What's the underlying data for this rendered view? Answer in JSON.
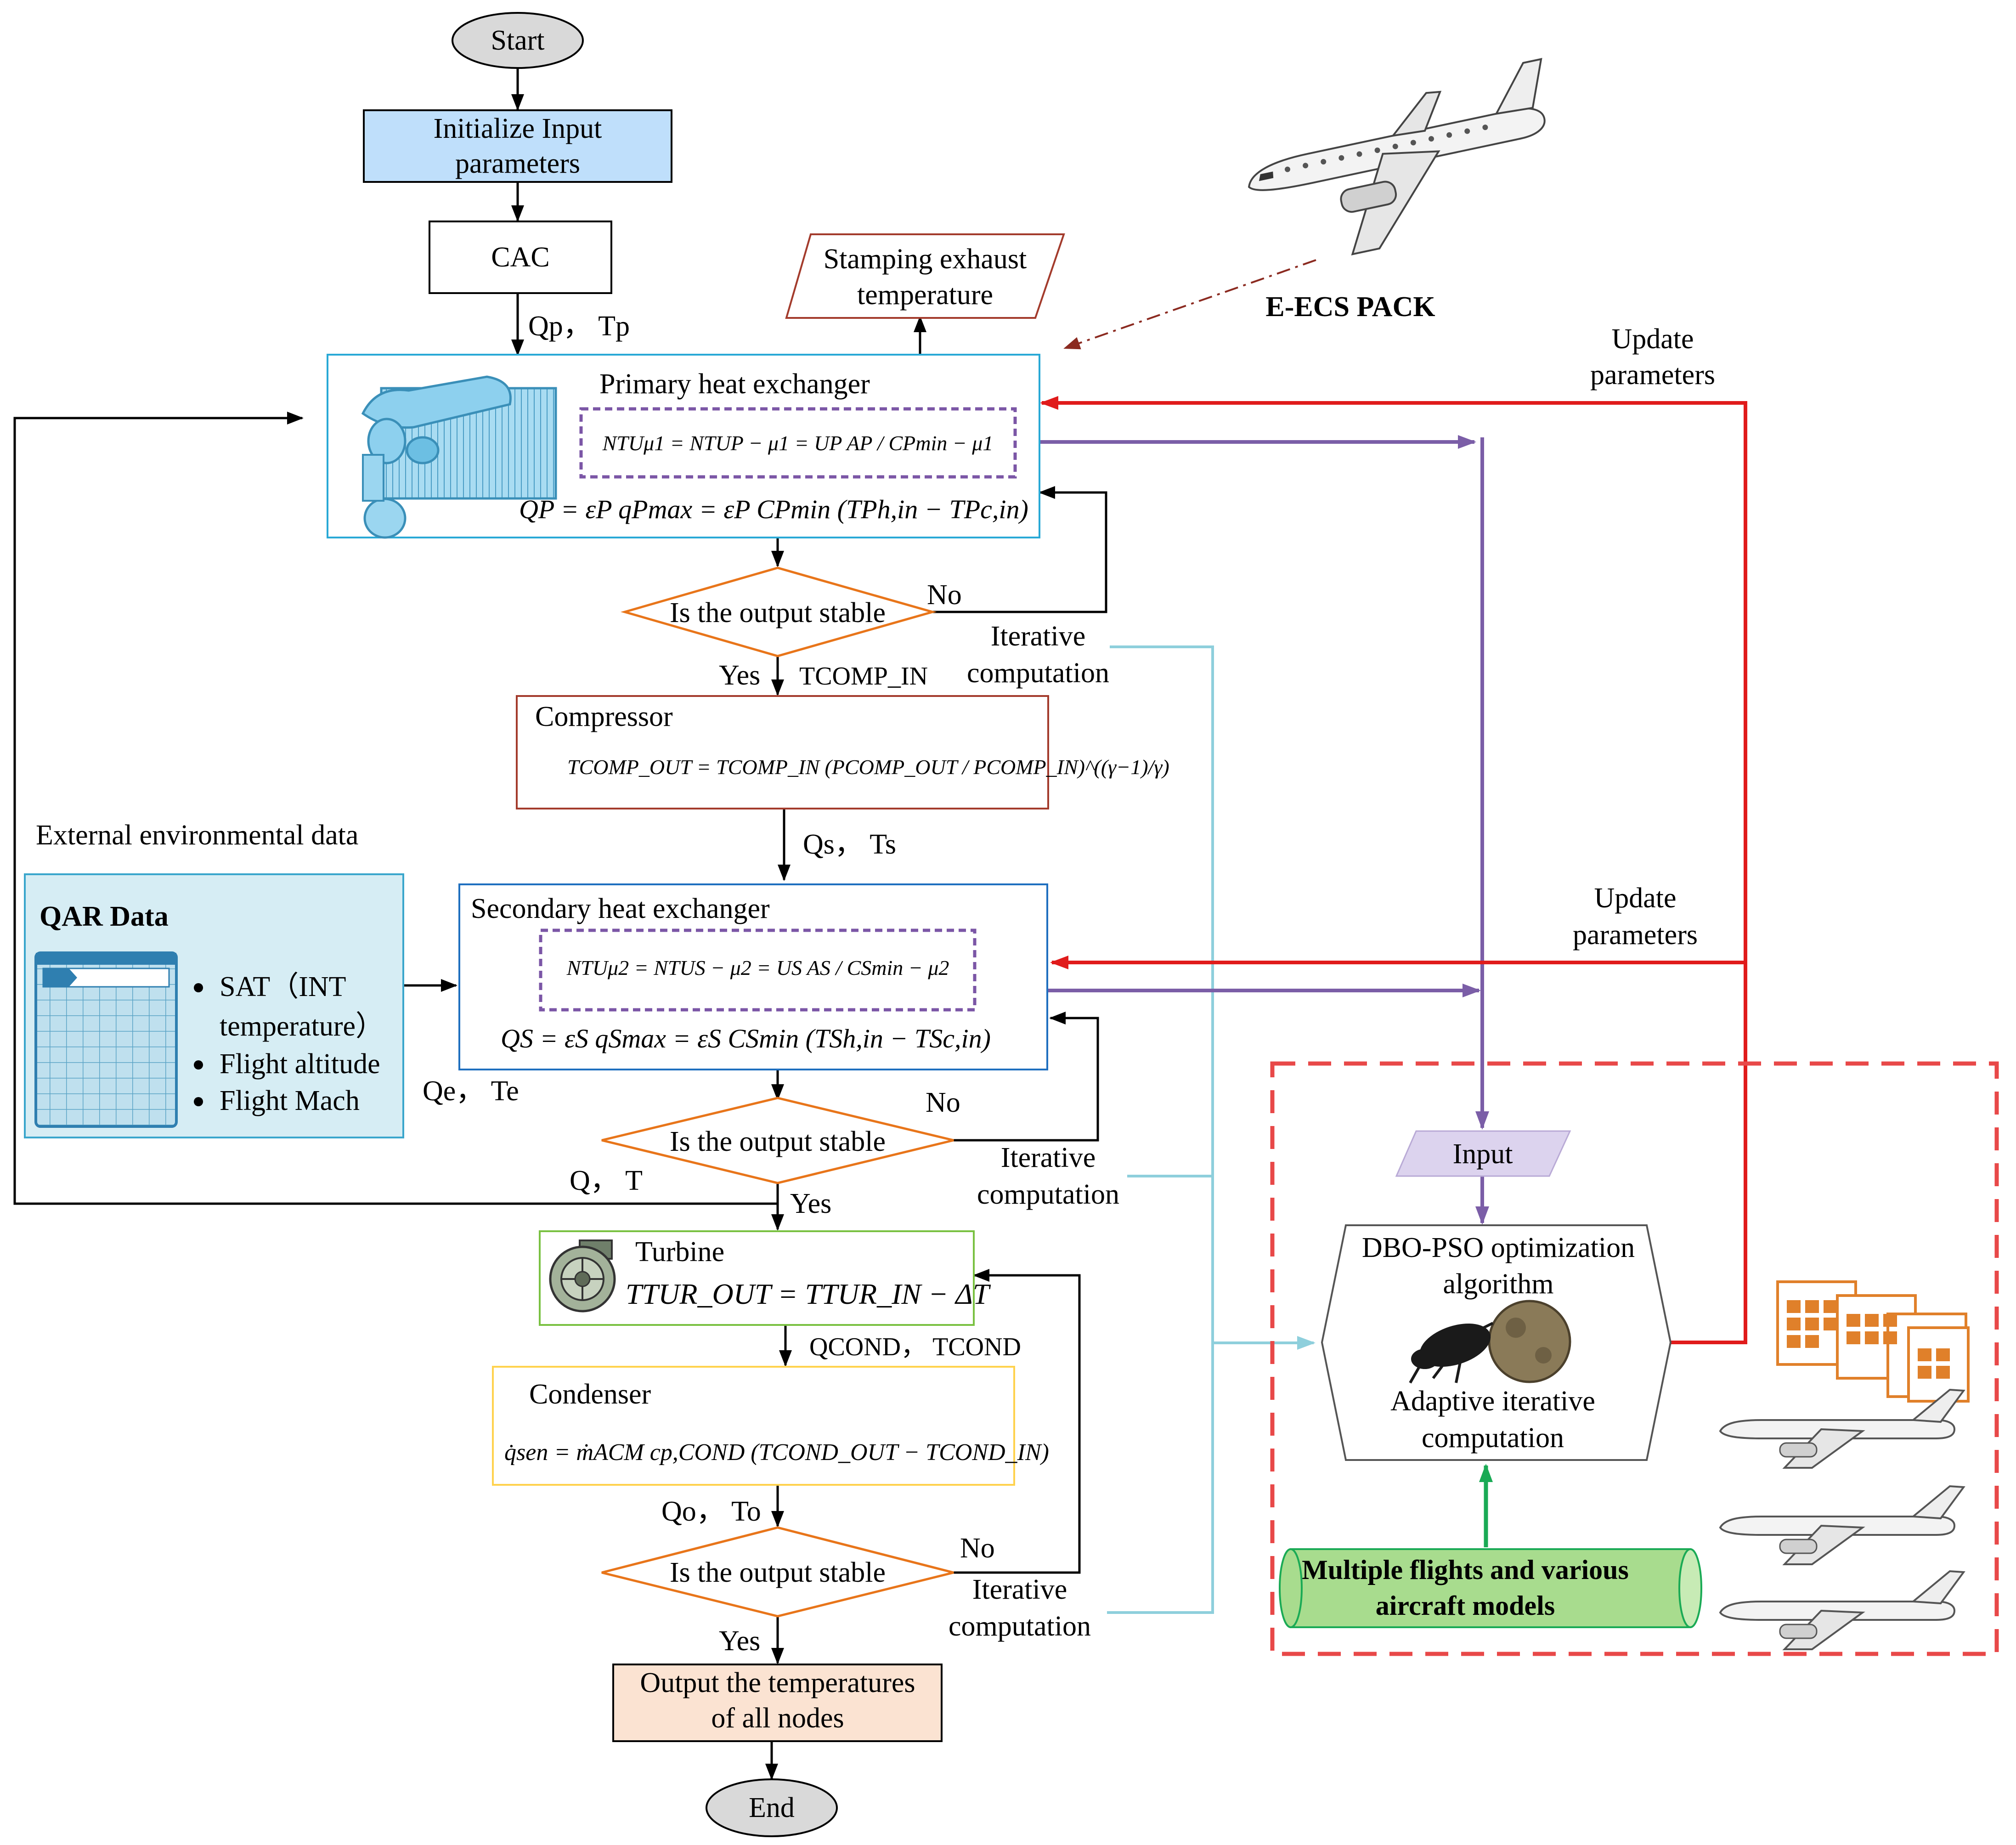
{
  "nodes": {
    "start": "Start",
    "init_line1": "Initialize Input",
    "init_line2": "parameters",
    "cac": "CAC",
    "stamping_line1": "Stamping exhaust",
    "stamping_line2": "temperature",
    "eecs_pack": "E-ECS PACK",
    "primary_title": "Primary heat exchanger",
    "primary_eq1": "NTUμ1 = NTUP − μ1 = UP AP / CPmin − μ1",
    "primary_eq2": "QP = εP qPmax = εP CPmin (TPh,in − TPc,in)",
    "decision1": "Is the output stable",
    "compressor_title": "Compressor",
    "compressor_eq": "TCOMP_OUT = TCOMP_IN (PCOMP_OUT / PCOMP_IN)^((γ−1)/γ)",
    "external_env": "External environmental data",
    "qar_title": "QAR Data",
    "qar_items": [
      "SAT（INT",
      "temperature）",
      "Flight altitude",
      "Flight Mach"
    ],
    "secondary_title": "Secondary heat exchanger",
    "secondary_eq1": "NTUμ2 = NTUS − μ2 = US AS / CSmin − μ2",
    "secondary_eq2": "QS = εS qSmax = εS CSmin (TSh,in − TSc,in)",
    "decision2": "Is the output stable",
    "turbine_title": "Turbine",
    "turbine_eq": "TTUR_OUT = TTUR_IN − ΔT",
    "condenser_title": "Condenser",
    "condenser_eq": "q̇sen = ṁACM cp,COND (TCOND_OUT − TCOND_IN)",
    "decision3": "Is the output stable",
    "output_line1": "Output the temperatures",
    "output_line2": "of all nodes",
    "end": "End",
    "input": "Input",
    "dbo_line1": "DBO-PSO optimization",
    "dbo_line2": "algorithm",
    "adaptive_line1": "Adaptive iterative",
    "adaptive_line2": "computation",
    "multi_line1": "Multiple flights and various",
    "multi_line2": "aircraft models"
  },
  "edge_labels": {
    "qp_tp": "Qp， Tp",
    "no1": "No",
    "yes1": "Yes",
    "tcomp_in": "TCOMP_IN",
    "iter1_line1": "Iterative",
    "iter1_line2": "computation",
    "qs_ts": "Qs， Ts",
    "update1_line1": "Update",
    "update1_line2": "parameters",
    "update2_line1": "Update",
    "update2_line2": "parameters",
    "qe_te": "Qe， Te",
    "no2": "No",
    "iter2_line1": "Iterative",
    "iter2_line2": "computation",
    "q_t": "Q， T",
    "yes2": "Yes",
    "qcond_tcond": "QCOND， TCOND",
    "qo_to": "Qo， To",
    "no3": "No",
    "iter3_line1": "Iterative",
    "iter3_line2": "computation",
    "yes3": "Yes"
  },
  "colors": {
    "init_fill": "#bfdffb",
    "primary_border": "#29a9d6",
    "compressor_border": "#a33b2c",
    "secondary_border": "#1f6fbf",
    "turbine_border": "#7ac142",
    "condenser_border": "#ffd24d",
    "decision_border": "#e8751a",
    "dashed_purple": "#7b56a6",
    "purple_arrow": "#7b5ea7",
    "red_arrow": "#e01b1b",
    "light_blue_line": "#8ecfdc",
    "green_arrow": "#1aaa55",
    "qar_fill": "#d6edf4",
    "input_fill": "#dcd3ee",
    "output_fill": "#fbe3d2",
    "multi_fill": "#a8dc8e",
    "red_dashed_box": "#e84848",
    "terminal_fill": "#d9d9d9"
  },
  "icons": [
    "aircraft-icon",
    "heat-exchanger-icon",
    "turbine-icon",
    "dung-beetle-icon",
    "qar-table-icon",
    "calendar-grid-icon",
    "aircraft-fleet-icon"
  ]
}
